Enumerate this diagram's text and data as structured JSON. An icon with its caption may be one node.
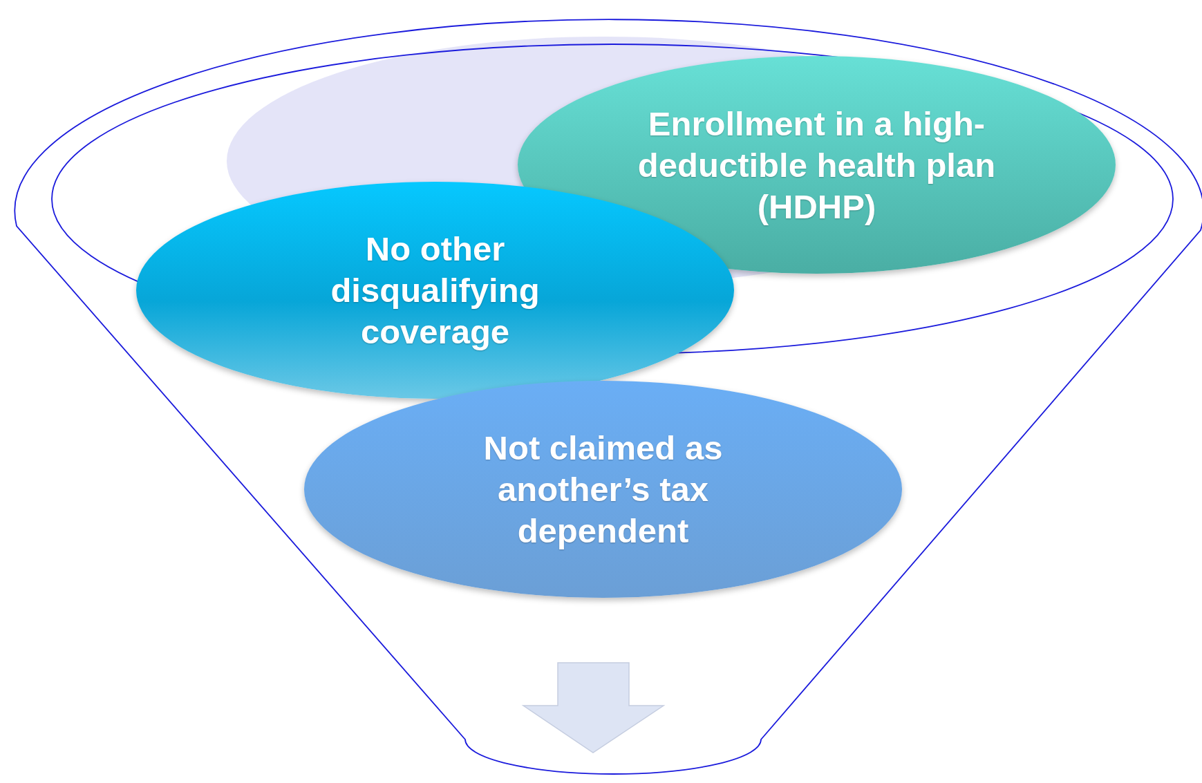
{
  "diagram": {
    "nodes": [
      {
        "text": [
          "Enrollment in a high-deductible health plan (HDHP)"
        ]
      },
      {
        "text": [
          "No other disqualifying coverage"
        ]
      },
      {
        "text": [
          "Not claimed as another’s tax dependent"
        ]
      }
    ]
  }
}
